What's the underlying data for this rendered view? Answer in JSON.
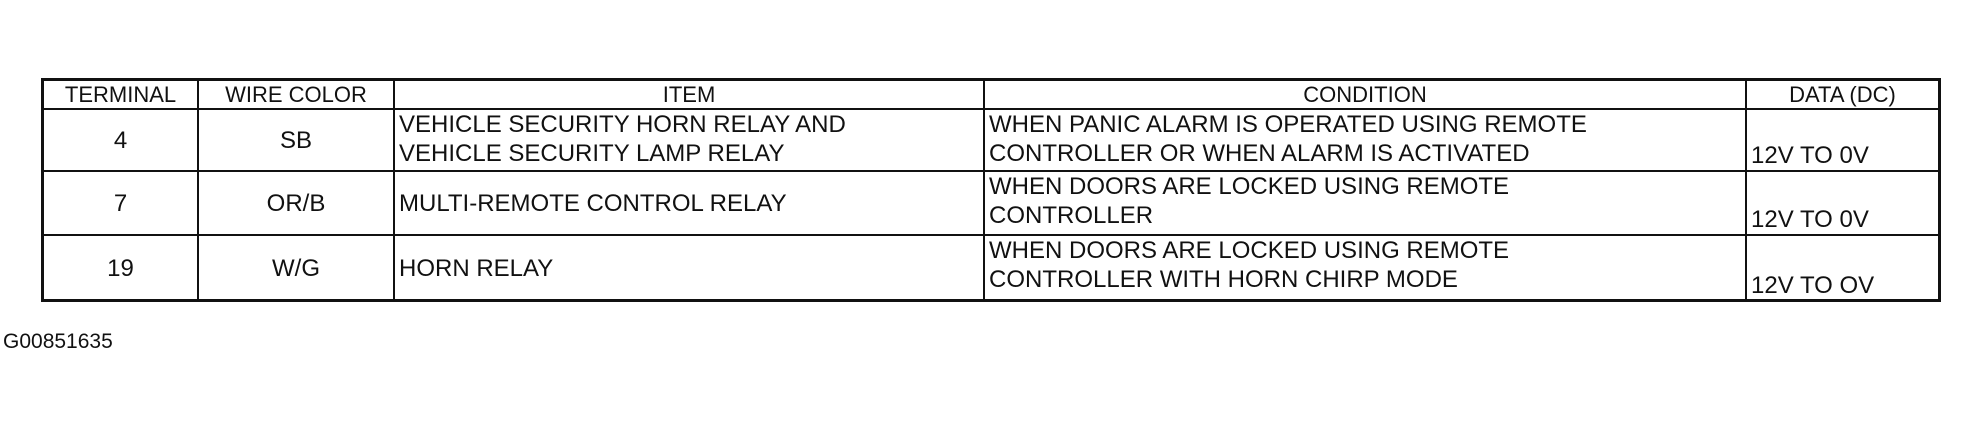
{
  "table": {
    "headers": {
      "terminal": "TERMINAL",
      "wire_color": "WIRE COLOR",
      "item": "ITEM",
      "condition": "CONDITION",
      "data": "DATA (DC)"
    },
    "rows": [
      {
        "terminal": "4",
        "wire_color": "SB",
        "item_lines": [
          "VEHICLE SECURITY HORN RELAY AND",
          "VEHICLE SECURITY LAMP RELAY"
        ],
        "condition_lines": [
          "WHEN PANIC ALARM IS OPERATED USING REMOTE",
          "CONTROLLER OR WHEN ALARM IS ACTIVATED"
        ],
        "data": "12V TO 0V"
      },
      {
        "terminal": "7",
        "wire_color": "OR/B",
        "item_lines": [
          "MULTI-REMOTE CONTROL RELAY"
        ],
        "condition_lines": [
          "WHEN DOORS ARE LOCKED USING REMOTE",
          "CONTROLLER"
        ],
        "data": "12V TO 0V"
      },
      {
        "terminal": "19",
        "wire_color": "W/G",
        "item_lines": [
          "HORN RELAY"
        ],
        "condition_lines": [
          "WHEN DOORS ARE LOCKED USING REMOTE",
          "CONTROLLER WITH HORN CHIRP MODE"
        ],
        "data": "12V TO OV"
      }
    ]
  },
  "footer": {
    "code": "G00851635"
  }
}
